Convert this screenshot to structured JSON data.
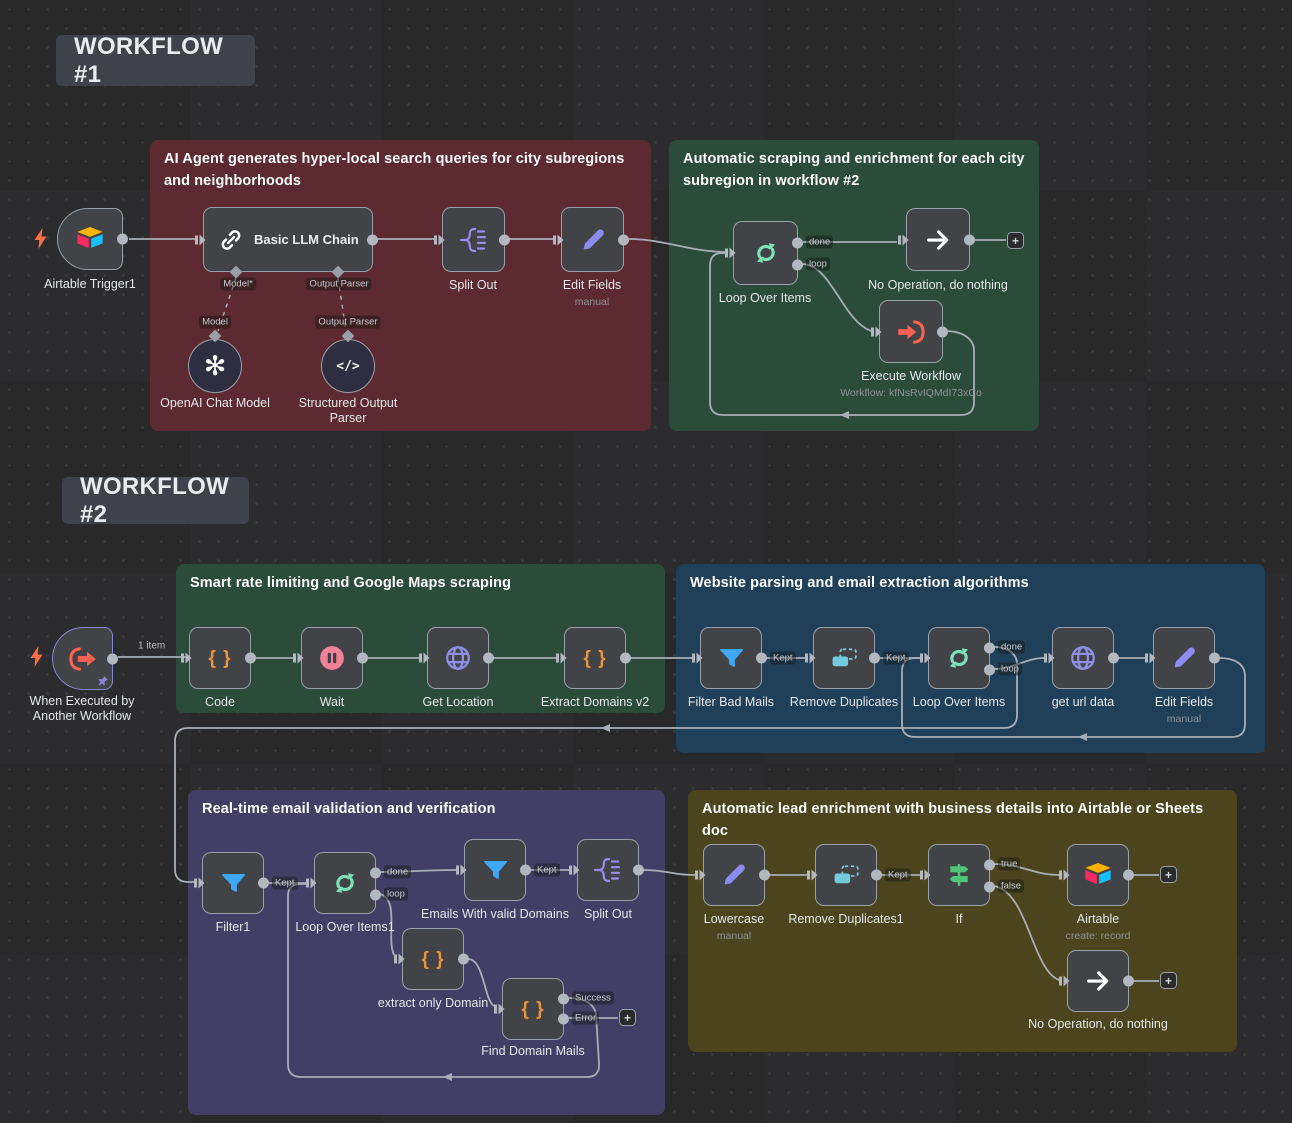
{
  "stickies": {
    "wf1": "WORKFLOW #1",
    "wf2": "WORKFLOW #2"
  },
  "groups": {
    "agent": {
      "title": "AI Agent generates hyper-local search queries for city subregions and neighborhoods",
      "color": "#5d2a31"
    },
    "scraping": {
      "title": "Automatic scraping and enrichment for each city subregion in workflow #2",
      "color": "#2b4c3b"
    },
    "ratelimit": {
      "title": "Smart rate limiting and Google Maps scraping",
      "color": "#2b4c3b"
    },
    "parsing": {
      "title": "Website parsing and email extraction algorithms",
      "color": "#20405a"
    },
    "validation": {
      "title": "Real-time email validation and verification",
      "color": "#433e66"
    },
    "enrichment": {
      "title": "Automatic lead enrichment with business details into Airtable or Sheets doc",
      "color": "#4c441d"
    }
  },
  "nodes": {
    "airtable_trigger": {
      "label": "Airtable Trigger1"
    },
    "basic_llm": {
      "label": "Basic LLM Chain"
    },
    "split_out1": {
      "label": "Split Out"
    },
    "edit_fields1": {
      "label": "Edit Fields",
      "subtitle": "manual"
    },
    "openai": {
      "label": "OpenAI Chat Model"
    },
    "sop": {
      "label": "Structured Output Parser"
    },
    "loop1": {
      "label": "Loop Over Items"
    },
    "noop1": {
      "label": "No Operation, do nothing"
    },
    "exec_wf": {
      "label": "Execute Workflow",
      "subtitle": "Workflow: kfNsRvIQMdI73xCo"
    },
    "when_exec": {
      "label": "When Executed by Another Workflow"
    },
    "code": {
      "label": "Code"
    },
    "wait": {
      "label": "Wait"
    },
    "get_location": {
      "label": "Get Location"
    },
    "extract_domains": {
      "label": "Extract Domains v2"
    },
    "filter_bad": {
      "label": "Filter Bad Mails"
    },
    "remove_dup": {
      "label": "Remove Duplicates"
    },
    "loop2": {
      "label": "Loop Over Items"
    },
    "get_url": {
      "label": "get url data"
    },
    "edit_fields2": {
      "label": "Edit Fields",
      "subtitle": "manual"
    },
    "filter1": {
      "label": "Filter1"
    },
    "loop3": {
      "label": "Loop Over Items1"
    },
    "emails_valid": {
      "label": "Emails With valid Domains"
    },
    "split_out2": {
      "label": "Split Out"
    },
    "extract_only": {
      "label": "extract only Domain"
    },
    "find_domain": {
      "label": "Find Domain Mails"
    },
    "lowercase": {
      "label": "Lowercase",
      "subtitle": "manual"
    },
    "remove_dup1": {
      "label": "Remove Duplicates1"
    },
    "if_node": {
      "label": "If"
    },
    "airtable": {
      "label": "Airtable",
      "subtitle": "create: record"
    },
    "noop2": {
      "label": "No Operation, do nothing"
    }
  },
  "labels": {
    "done": "done",
    "loop": "loop",
    "kept": "Kept",
    "branch_true": "true",
    "branch_false": "false",
    "success": "Success",
    "error": "Error",
    "one_item": "1 item",
    "model": "Model",
    "model_req": "Model*",
    "output_parser": "Output Parser",
    "plus": "+"
  },
  "colors": {
    "background": "#2a2a2b",
    "node_body": "#414347",
    "node_border": "#99a0a9",
    "selected_border": "#8d86dd",
    "wire": "#a9aeb6",
    "accent_orange": "#ff6150",
    "accent_braces": "#e8943c",
    "accent_purple": "#8c8cf0",
    "accent_teal_loop": "#7ee0b8",
    "accent_blue_funnel": "#3ea8f5",
    "accent_teal_dup": "#74cbde",
    "accent_green_if": "#4fc577",
    "accent_pink_wait": "#ef8198",
    "airtable_yellow": "#fcb400",
    "airtable_pink": "#f82b60",
    "airtable_blue": "#18bfff"
  }
}
